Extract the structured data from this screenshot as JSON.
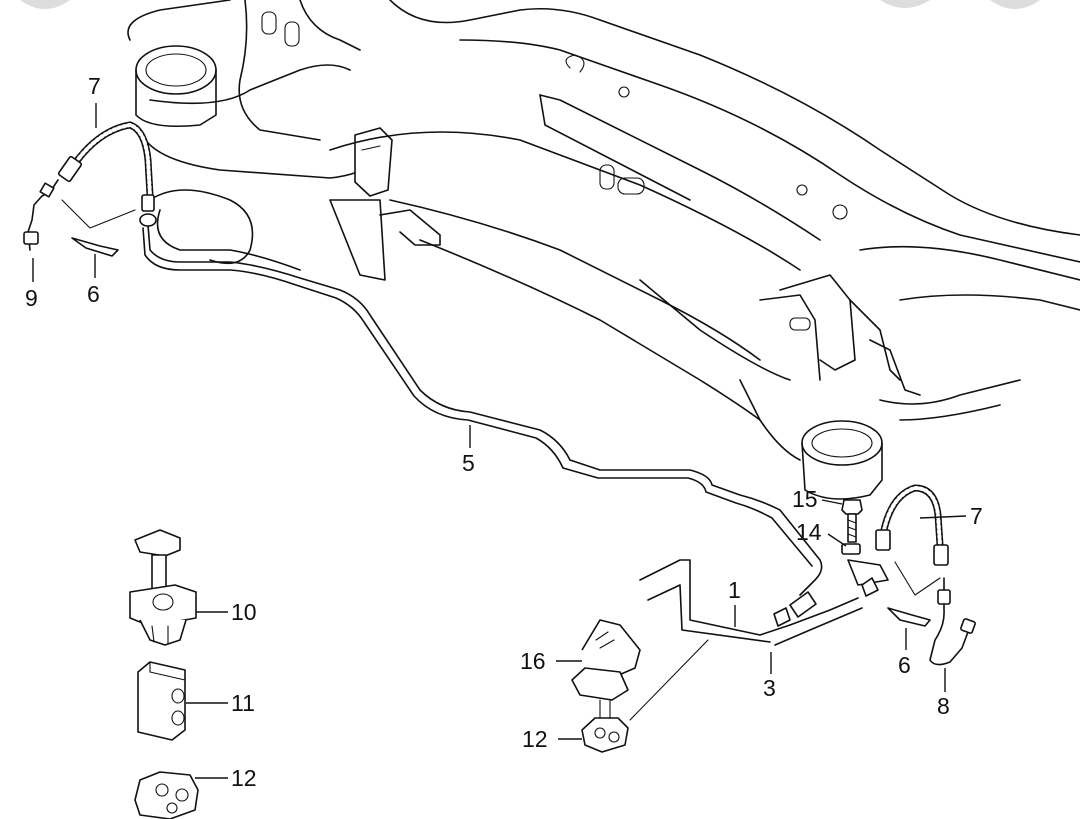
{
  "diagram": {
    "labels": [
      {
        "id": "p1",
        "text": "1"
      },
      {
        "id": "p3",
        "text": "3"
      },
      {
        "id": "p5",
        "text": "5"
      },
      {
        "id": "p6a",
        "text": "6"
      },
      {
        "id": "p6b",
        "text": "6"
      },
      {
        "id": "p7a",
        "text": "7"
      },
      {
        "id": "p7b",
        "text": "7"
      },
      {
        "id": "p8",
        "text": "8"
      },
      {
        "id": "p9",
        "text": "9"
      },
      {
        "id": "p10",
        "text": "10"
      },
      {
        "id": "p11",
        "text": "11"
      },
      {
        "id": "p12a",
        "text": "12"
      },
      {
        "id": "p12b",
        "text": "12"
      },
      {
        "id": "p14",
        "text": "14"
      },
      {
        "id": "p15",
        "text": "15"
      },
      {
        "id": "p16",
        "text": "16"
      }
    ]
  }
}
